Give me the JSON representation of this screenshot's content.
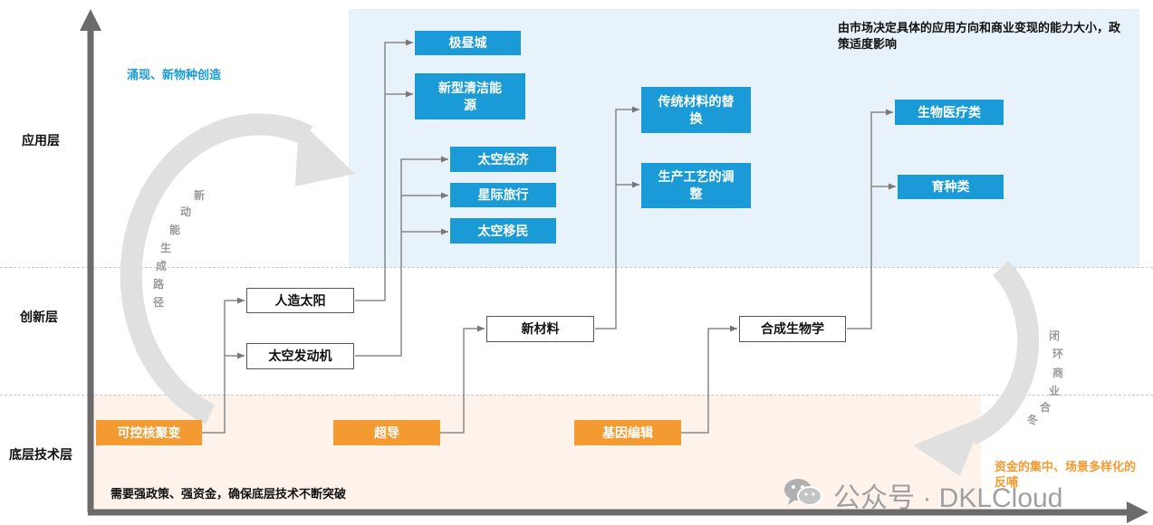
{
  "layers": {
    "application": "应用层",
    "innovation": "创新层",
    "base": "底层技术层"
  },
  "notes": {
    "emergence": "涌现、新物种创造",
    "market": "由市场决定具体的应用方向和商业变现的能力大小，政策适度影响",
    "base_policy": "需要强政策、强资金，确保底层技术不断突破",
    "funding": "资金的集中、场景多样化的反哺"
  },
  "cycles": {
    "left": [
      "新",
      "动",
      "能",
      "生",
      "成",
      "路",
      "径"
    ],
    "right": [
      "闭",
      "环",
      "商",
      "业",
      "合",
      "冬"
    ]
  },
  "application_boxes": {
    "polar_city": "极昼城",
    "clean_energy": "新型清洁能源",
    "space_economy": "太空经济",
    "interstellar_travel": "星际旅行",
    "space_migration": "太空移民",
    "material_replace": "传统材料的替换",
    "process_adjust": "生产工艺的调整",
    "biomedical": "生物医疗类",
    "breeding": "育种类"
  },
  "innovation_boxes": {
    "artificial_sun": "人造太阳",
    "space_engine": "太空发动机",
    "new_material": "新材料",
    "synthetic_bio": "合成生物学"
  },
  "base_boxes": {
    "fusion": "可控核聚变",
    "superconductor": "超导",
    "gene_editing": "基因编辑"
  },
  "watermark": "公众号 · DKLCloud",
  "colors": {
    "blue_box": "#1a9bd7",
    "orange_box": "#f39a30",
    "teal_note": "#1a9bd7",
    "orange_note": "#f39a30",
    "axis": "#6b6b6b"
  }
}
